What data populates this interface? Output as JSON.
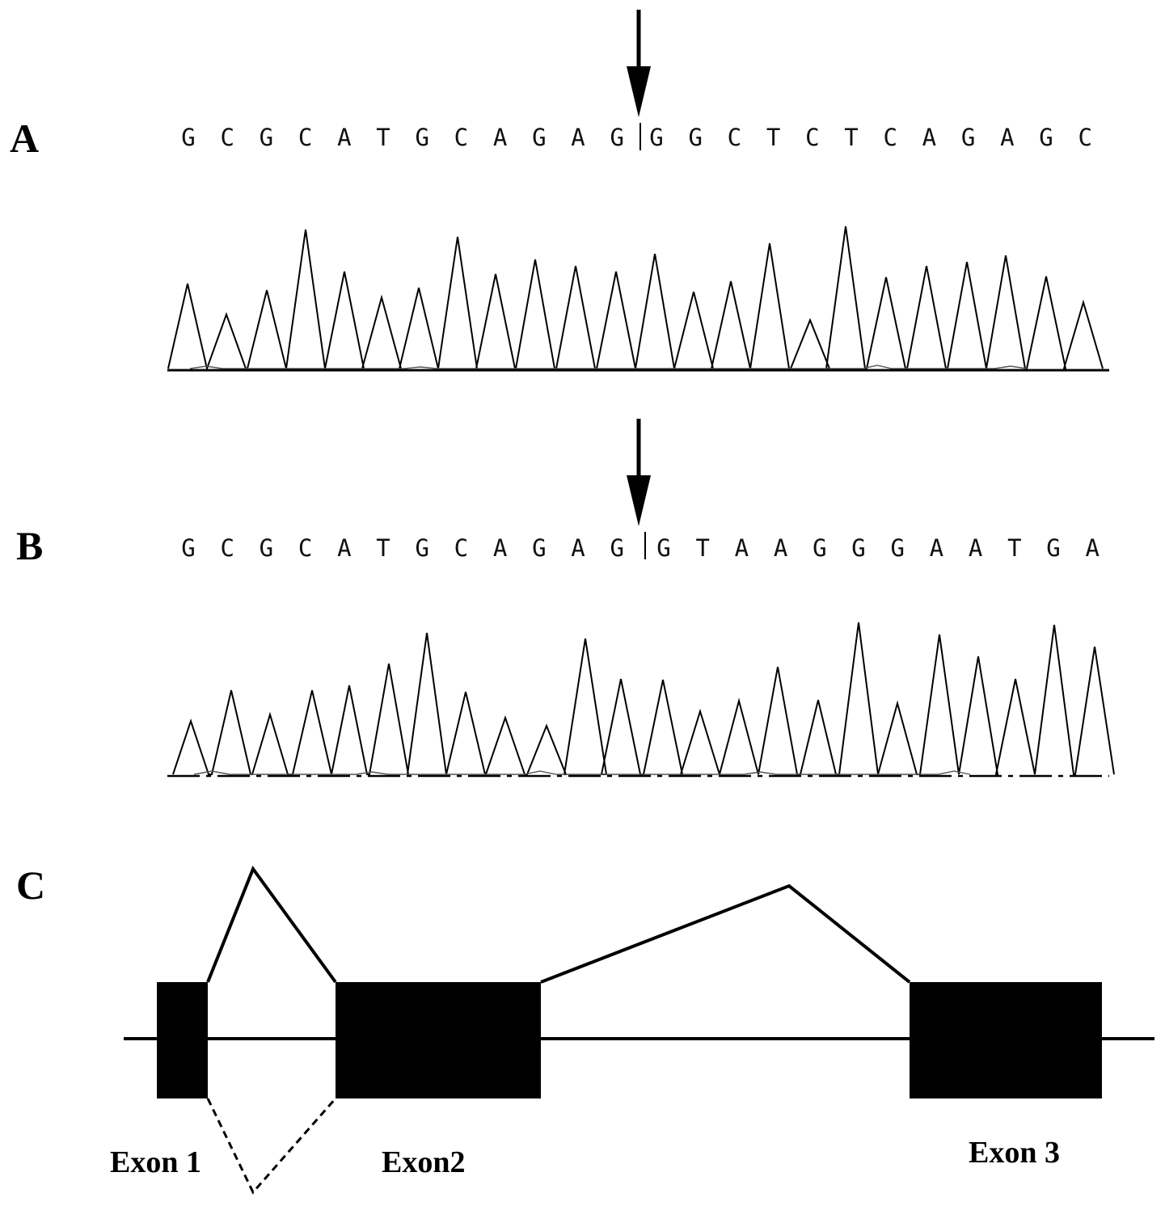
{
  "panels": {
    "a": {
      "label": "A",
      "bases_left": [
        "G",
        "C",
        "G",
        "C",
        "A",
        "T",
        "G",
        "C",
        "A",
        "G",
        "A",
        "G"
      ],
      "bases_right": [
        "G",
        "G",
        "C",
        "T",
        "C",
        "T",
        "C",
        "A",
        "G",
        "A",
        "G",
        "C"
      ]
    },
    "b": {
      "label": "B",
      "bases_left": [
        "G",
        "C",
        "G",
        "C",
        "A",
        "T",
        "G",
        "C",
        "A",
        "G",
        "A",
        "G"
      ],
      "bases_right": [
        "G",
        "T",
        "A",
        "A",
        "G",
        "G",
        "G",
        "A",
        "A",
        "T",
        "G",
        "A"
      ]
    },
    "c": {
      "label": "C"
    }
  },
  "exons": [
    "Exon 1",
    "Exon2",
    "Exon 3"
  ],
  "colors": {
    "ink": "#000000",
    "background": "#ffffff"
  }
}
